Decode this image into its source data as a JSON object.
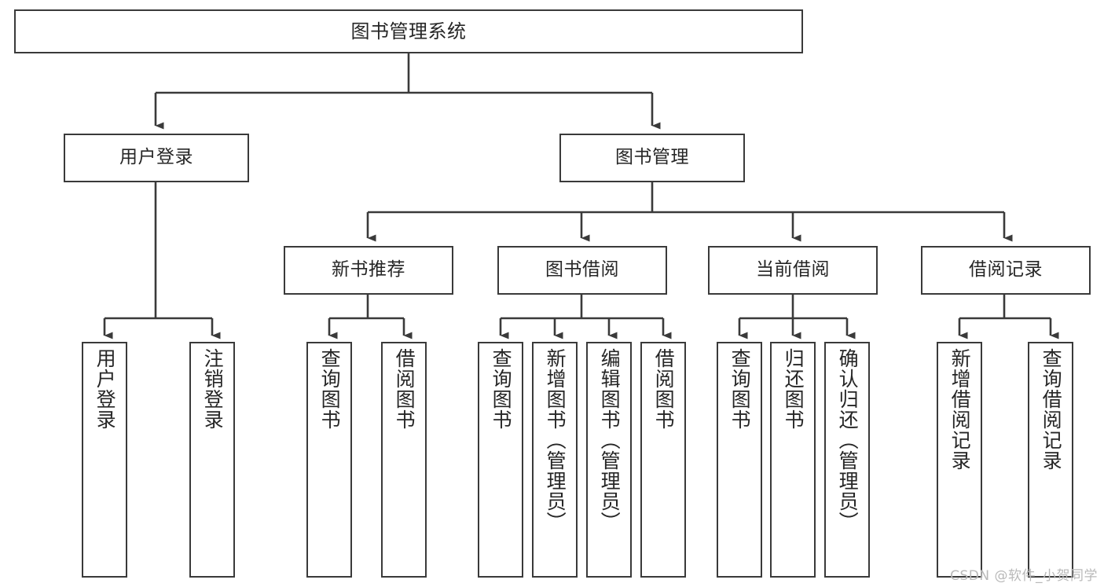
{
  "diagram": {
    "title": "图书管理系统",
    "watermark": "CSDN @软件_小贺同学",
    "line_color": "#3a3a3a",
    "box_fill": "#ffffff",
    "text_color": "#262626",
    "watermark_color": "#b9b9b9",
    "root": {
      "label": "图书管理系统"
    },
    "level1": [
      {
        "label": "用户登录"
      },
      {
        "label": "图书管理"
      }
    ],
    "level2": [
      {
        "label": "新书推荐"
      },
      {
        "label": "图书借阅"
      },
      {
        "label": "当前借阅"
      },
      {
        "label": "借阅记录"
      }
    ],
    "leaves": {
      "user_login": [
        {
          "label": "用户登录"
        },
        {
          "label": "注销登录"
        }
      ],
      "new_book": [
        {
          "label": "查询图书"
        },
        {
          "label": "借阅图书"
        }
      ],
      "book_borrow": [
        {
          "label": "查询图书"
        },
        {
          "label": "新增图书（管理员）"
        },
        {
          "label": "编辑图书（管理员）"
        },
        {
          "label": "借阅图书"
        }
      ],
      "current_borrow": [
        {
          "label": "查询图书"
        },
        {
          "label": "归还图书"
        },
        {
          "label": "确认归还（管理员）"
        }
      ],
      "borrow_record": [
        {
          "label": "新增借阅记录"
        },
        {
          "label": "查询借阅记录"
        }
      ]
    }
  }
}
